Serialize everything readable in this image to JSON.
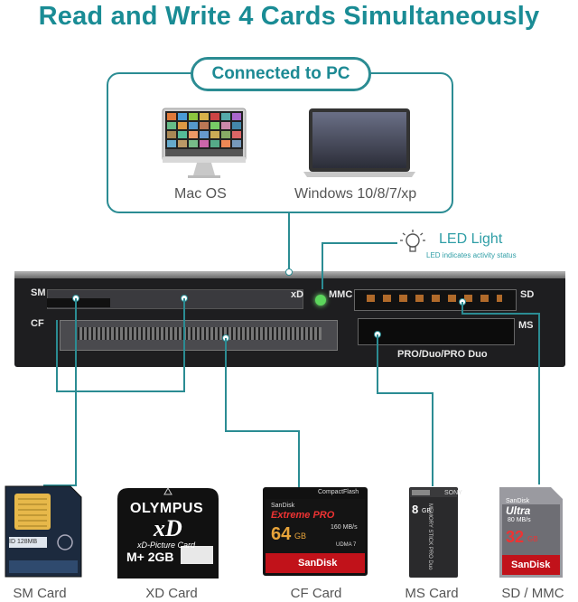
{
  "title": "Read and Write 4 Cards Simultaneously",
  "connected": "Connected to PC",
  "os": {
    "mac": "Mac OS",
    "windows": "Windows 10/8/7/xp"
  },
  "led": {
    "title": "LED Light",
    "sub": "LED indicates activity status"
  },
  "slots": {
    "sm": "SM",
    "xd": "xD",
    "cf": "CF",
    "mmc": "MMC",
    "sd": "SD",
    "ms": "MS",
    "ms_sub": "PRO/Duo/PRO Duo"
  },
  "cards": [
    "SM Card",
    "XD Card",
    "CF Card",
    "MS Card",
    "SD / MMC"
  ],
  "sm_card": {
    "line1": "ID 128MB"
  },
  "xd_card": {
    "brand": "OLYMPUS",
    "logo": "xD",
    "sub": "xD-Picture Card",
    "size": "M+ 2GB"
  },
  "cf_card": {
    "top": "CompactFlash",
    "line1": "SanDisk",
    "line2": "Extreme PRO",
    "size": "64",
    "unit": "GB",
    "speed": "160 MB/s",
    "udma": "UDMA 7",
    "brand": "SanDisk"
  },
  "ms_card": {
    "brand": "SONY",
    "size": "8",
    "unit": "GB",
    "text": "MEMORY STICK PRO Duo"
  },
  "sd_card": {
    "line1": "SanDisk",
    "line2": "Ultra",
    "speed": "80 MB/s",
    "size": "32",
    "unit": "GB",
    "brand": "SanDisk"
  },
  "colors": {
    "accent": "#2b8c93",
    "title": "#1a8c95",
    "led": "#5cd65c"
  }
}
